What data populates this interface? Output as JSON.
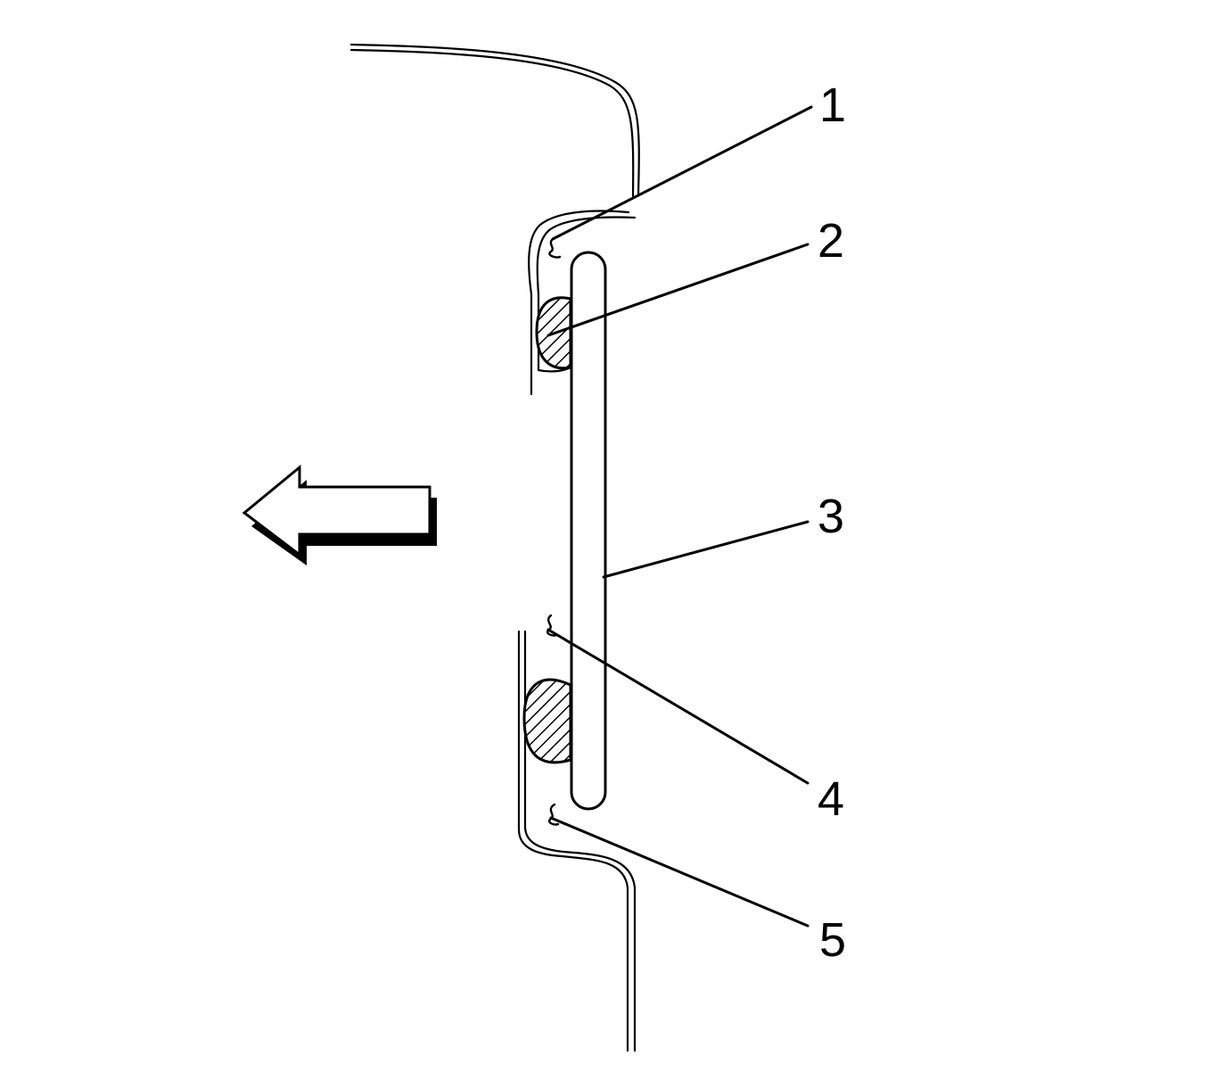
{
  "diagram": {
    "callouts": [
      {
        "id": "1",
        "label": "1"
      },
      {
        "id": "2",
        "label": "2"
      },
      {
        "id": "3",
        "label": "3"
      },
      {
        "id": "4",
        "label": "4"
      },
      {
        "id": "5",
        "label": "5"
      }
    ],
    "arrow_direction": "left",
    "colors": {
      "line": "#000000",
      "background": "#ffffff"
    }
  }
}
